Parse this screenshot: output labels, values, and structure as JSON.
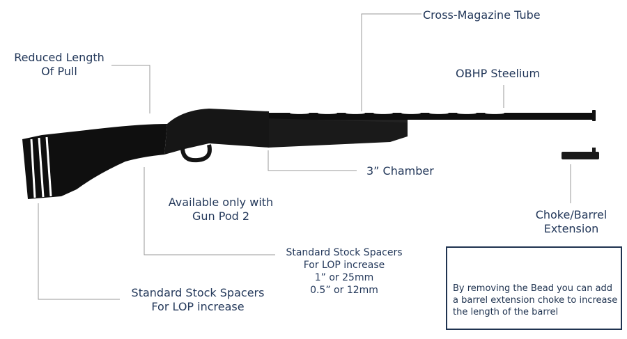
{
  "labels": {
    "cross_magazine": "Cross-Magazine Tube",
    "reduced_lop_line1": "Reduced Length",
    "reduced_lop_line2": "Of Pull",
    "obhp": "OBHP Steelium",
    "chamber": "3” Chamber",
    "available_line1": "Available only with",
    "available_line2": "Gun Pod 2",
    "choke_line1": "Choke/Barrel",
    "choke_line2": "Extension",
    "spacers_mid_line1": "Standard Stock Spacers",
    "spacers_mid_line2": "For LOP increase",
    "spacers_mid_line3": "1” or 25mm",
    "spacers_mid_line4": "0.5” or 12mm",
    "spacers_low_line1": "Standard Stock Spacers",
    "spacers_low_line2": "For LOP increase"
  },
  "infobox": {
    "text": "By removing the Bead you can add a barrel extension choke to increase the length of the barrel"
  },
  "colors": {
    "label_text": "#23385a",
    "leader_line": "#9a9a9a",
    "gun_body": "#111111",
    "box_border": "#1f3350"
  }
}
